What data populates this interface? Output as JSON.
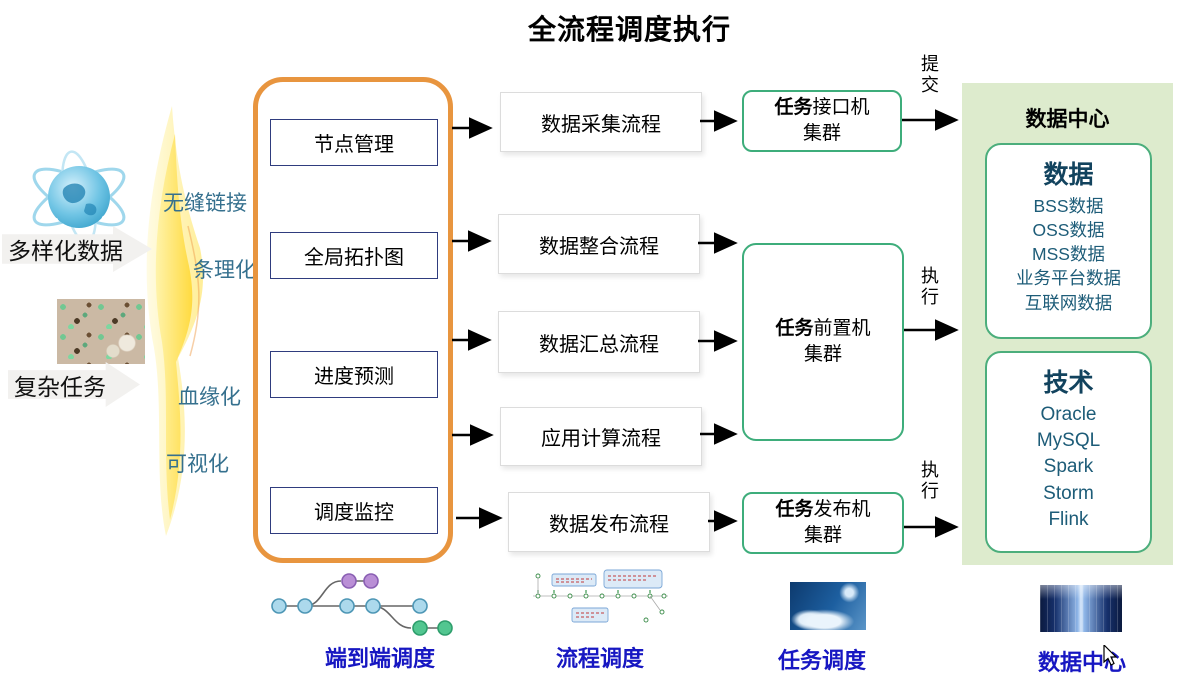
{
  "title": "全流程调度执行",
  "left_sources": [
    {
      "label": "多样化数据",
      "icon": "globe-network-icon"
    },
    {
      "label": "复杂任务",
      "icon": "complex-tasks-photo"
    }
  ],
  "transform_labels": [
    "无缝链接",
    "条理化",
    "血缘化",
    "可视化"
  ],
  "scheduler_modules": [
    "节点管理",
    "全局拓扑图",
    "进度预测",
    "调度监控"
  ],
  "process_flows": [
    "数据采集流程",
    "数据整合流程",
    "数据汇总流程",
    "应用计算流程",
    "数据发布流程"
  ],
  "task_clusters": [
    {
      "prefix": "任务",
      "name": "接口机",
      "suffix": "集群"
    },
    {
      "prefix": "任务",
      "name": "前置机",
      "suffix": "集群"
    },
    {
      "prefix": "任务",
      "name": "发布机",
      "suffix": "集群"
    }
  ],
  "edge_labels": {
    "submit": "提交",
    "execute_mid": "执行",
    "execute_bottom": "执行"
  },
  "datacenter": {
    "title": "数据中心",
    "data_box": {
      "title": "数据",
      "items": [
        "BSS数据",
        "OSS数据",
        "MSS数据",
        "业务平台数据",
        "互联网数据"
      ]
    },
    "tech_box": {
      "title": "技术",
      "items": [
        "Oracle",
        "MySQL",
        "Spark",
        "Storm",
        "Flink"
      ]
    }
  },
  "bottom_row": [
    {
      "label": "端到端调度",
      "icon": "branch-graph-image"
    },
    {
      "label": "流程调度",
      "icon": "flowchart-image"
    },
    {
      "label": "任务调度",
      "icon": "cloud-photo"
    },
    {
      "label": "数据中心",
      "icon": "server-room-photo"
    }
  ],
  "colors": {
    "frame_orange": "#E8953F",
    "cluster_green": "#3EAD7B",
    "panel_green_bg": "#DDEBCD",
    "module_border_navy": "#2F3C7E",
    "transform_label_blue": "#35708E",
    "datacenter_text": "#1D5C78",
    "bottom_label_blue": "#1717C2"
  }
}
